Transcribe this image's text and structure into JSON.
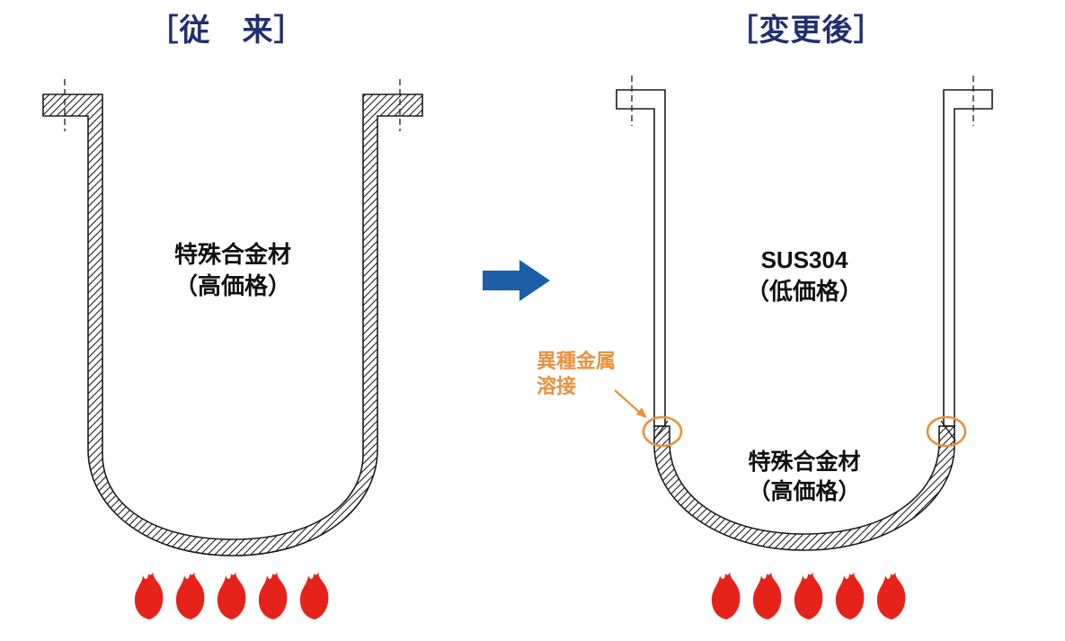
{
  "titles": {
    "before": "［従　来］",
    "after": "［変更後］"
  },
  "vessel_before": {
    "material_name": "特殊合金材",
    "material_price": "（高価格）"
  },
  "vessel_after": {
    "upper_material_name": "SUS304",
    "upper_material_price": "（低価格）",
    "lower_material_name": "特殊合金材",
    "lower_material_price": "（高価格）",
    "weld_label_line1": "異種金属",
    "weld_label_line2": "溶接"
  },
  "colors": {
    "title_navy": "#21306f",
    "arrow_blue": "#1c5fa6",
    "weld_orange": "#e8913f",
    "flame_red": "#e6231b",
    "line_black": "#1c1c1c"
  }
}
